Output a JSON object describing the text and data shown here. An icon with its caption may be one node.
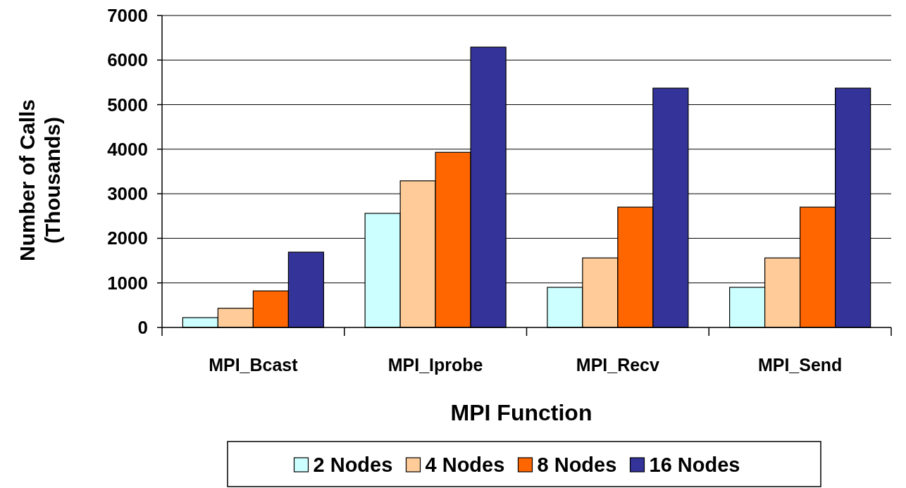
{
  "diagram": {
    "chart_data": {
      "type": "bar",
      "xlabel": "MPI Function",
      "ylabel": "Number of Calls (Thousands)",
      "categories": [
        "MPI_Bcast",
        "MPI_Iprobe",
        "MPI_Recv",
        "MPI_Send"
      ],
      "series": [
        {
          "name": "2 Nodes",
          "color": "#ccffff",
          "values": [
            220,
            2560,
            900,
            900
          ]
        },
        {
          "name": "4 Nodes",
          "color": "#ffcc99",
          "values": [
            430,
            3290,
            1560,
            1560
          ]
        },
        {
          "name": "8 Nodes",
          "color": "#ff6600",
          "values": [
            820,
            3930,
            2700,
            2700
          ]
        },
        {
          "name": "16 Nodes",
          "color": "#333399",
          "values": [
            1690,
            6290,
            5370,
            5370
          ]
        }
      ],
      "grid": true,
      "legend": "bottom",
      "ylim": [
        0,
        7000
      ],
      "yticks": [
        0,
        1000,
        2000,
        3000,
        4000,
        5000,
        6000,
        7000
      ]
    }
  }
}
